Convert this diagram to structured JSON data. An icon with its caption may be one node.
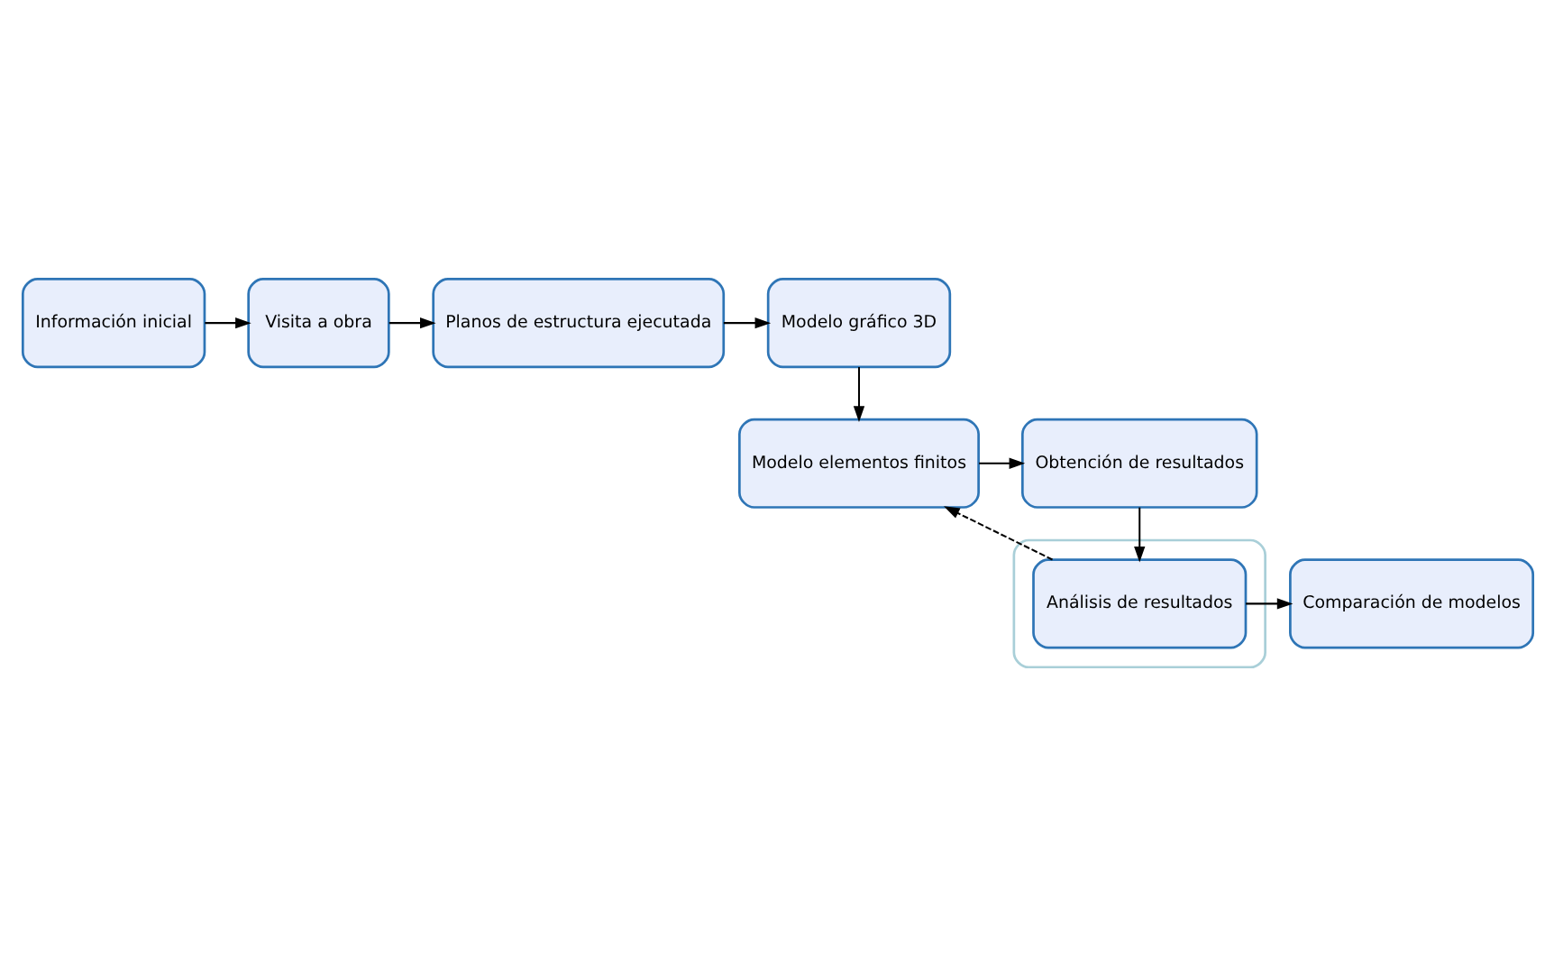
{
  "diagram": {
    "nodes": [
      {
        "text": [
          "Información inicial"
        ]
      },
      {
        "text": [
          "Visita a obra"
        ]
      },
      {
        "text": [
          "Planos de estructura ejecutada"
        ]
      },
      {
        "text": [
          "Modelo gráfico 3D"
        ]
      },
      {
        "text": [
          "Modelo elementos finitos"
        ]
      },
      {
        "text": [
          "Obtención de resultados"
        ]
      },
      {
        "text": [],
        "shape": "box"
      },
      {
        "text": [
          "Análisis de resultados"
        ],
        "in": 6
      },
      {
        "text": [
          "Comparación de modelos"
        ]
      }
    ],
    "edges": [
      {
        "from": 0,
        "to": 1,
        "arrow": "to"
      },
      {
        "from": 1,
        "to": 2,
        "arrow": "to"
      },
      {
        "from": 2,
        "to": 3,
        "arrow": "to"
      },
      {
        "from": 3,
        "to": 4,
        "arrow": "to"
      },
      {
        "from": 4,
        "to": 5,
        "arrow": "to"
      },
      {
        "from": 5,
        "to": 7,
        "arrow": "to"
      },
      {
        "from": 7,
        "to": 4,
        "arrow": "to",
        "style": "dashed"
      },
      {
        "from": 7,
        "to": 8,
        "arrow": "to"
      }
    ]
  }
}
